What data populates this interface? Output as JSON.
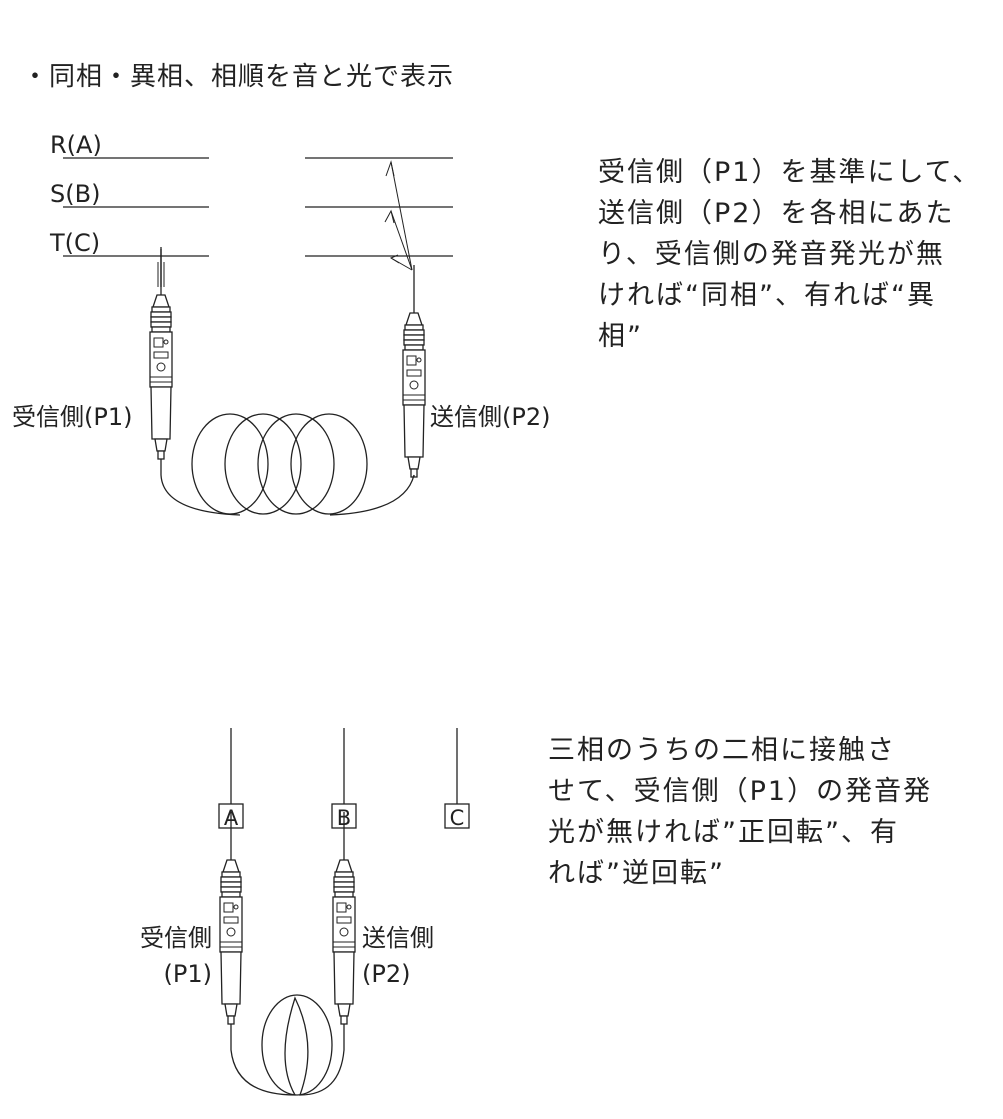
{
  "heading": "・同相・異相、相順を音と光で表示",
  "diagram1": {
    "phase_labels": [
      "R(A)",
      "S(B)",
      "T(C)"
    ],
    "receiver_label": "受信側(P1)",
    "sender_label": "送信側(P2)",
    "note": "受信側（P1）を基準にして、\n送信側（P2）を各相にあた\nり、受信側の発音発光が無\nければ“同相”、有れば“異\n相”"
  },
  "diagram2": {
    "terminals": [
      "A",
      "B",
      "C"
    ],
    "receiver_label_line1": "受信側",
    "receiver_label_line2": "(P1)",
    "sender_label_line1": "送信側",
    "sender_label_line2": "(P2)",
    "note": "三相のうちの二相に接触さ\nせて、受信側（P1）の発音発\n光が無ければ”正回転”、有\nれば”逆回転”"
  }
}
